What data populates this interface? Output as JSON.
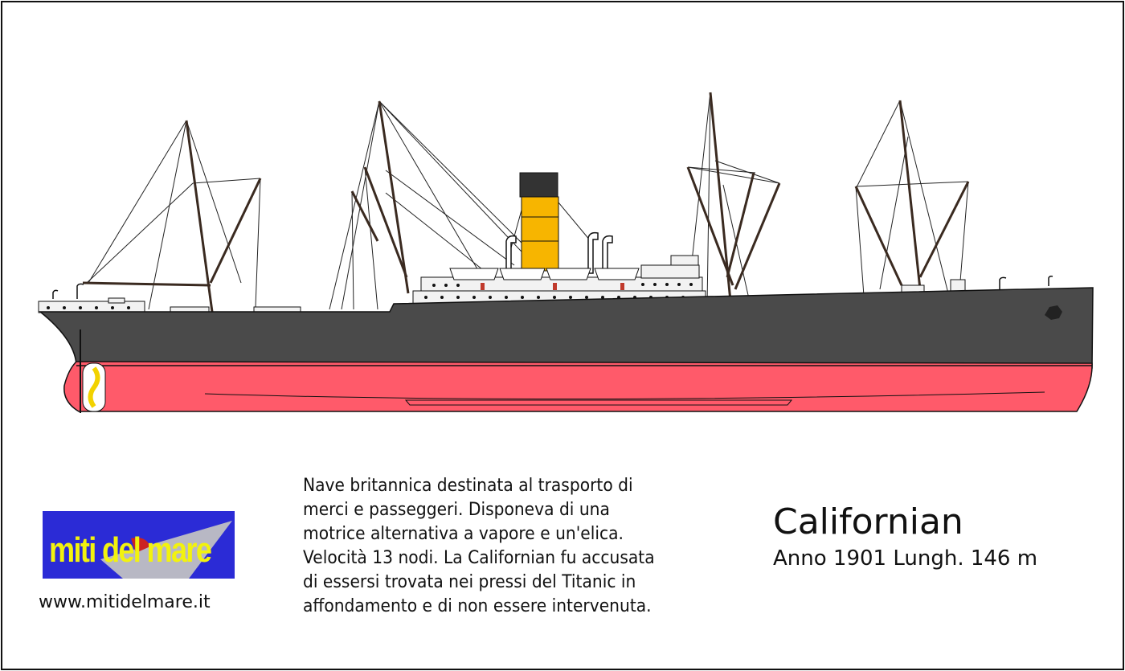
{
  "ship": {
    "name": "Californian",
    "info": "Anno 1901  Lungh. 146 m",
    "hull_color": "#4a4a4a",
    "bottom_color": "#ff5a6a",
    "funnel_color": "#f7b500",
    "funnel_top_color": "#333333"
  },
  "description": {
    "lines": [
      "Nave britannica destinata al trasporto di",
      "merci e passeggeri. Disponeva di una",
      "motrice alternativa a vapore e un'elica.",
      "Velocità 13 nodi. La Californian fu accusata",
      "di essersi trovata nei pressi del Titanic in",
      "affondamento e di non essere intervenuta."
    ]
  },
  "logo": {
    "text": "miti del mare",
    "background": "#2b2bd6",
    "text_color": "#f2f20e"
  },
  "website": "www.mitidelmare.it"
}
